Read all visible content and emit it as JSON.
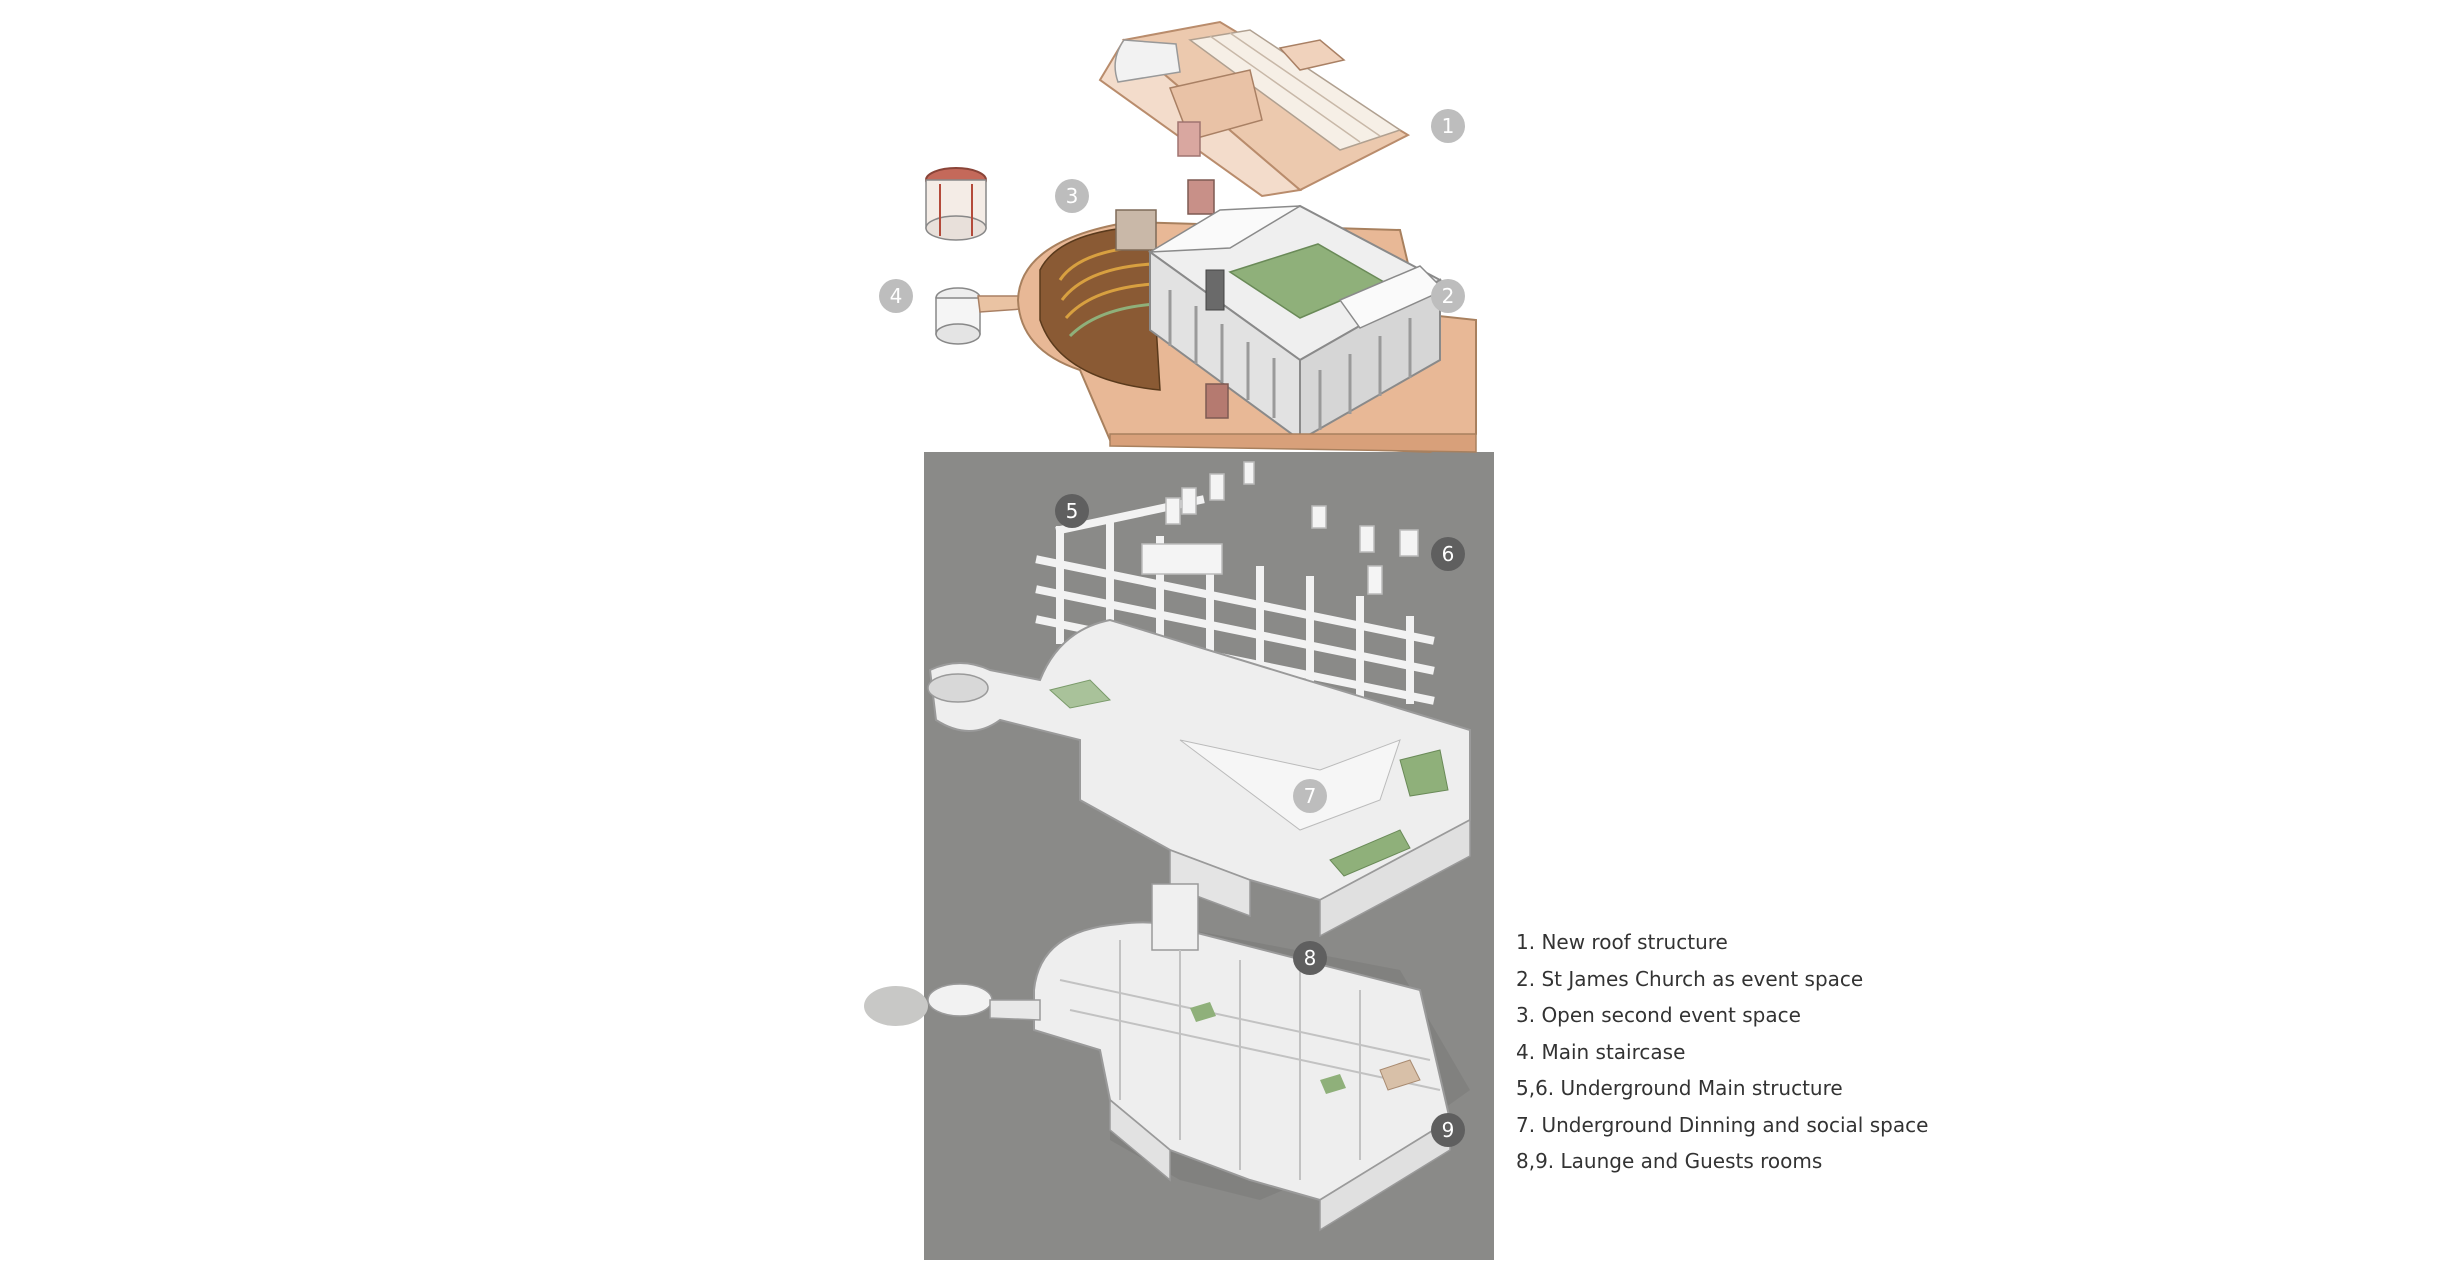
{
  "badges": {
    "b1": "1",
    "b2": "2",
    "b3": "3",
    "b4": "4",
    "b5": "5",
    "b6": "6",
    "b7": "7",
    "b8": "8",
    "b9": "9"
  },
  "legend": [
    "1. New roof structure",
    "2. St James Church as event space",
    "3. Open second event space",
    "4. Main staircase",
    "5,6. Underground Main structure",
    "7. Underground Dinning and social space",
    "8,9. Launge and Guests rooms"
  ],
  "colors": {
    "panel": "#8a8a88",
    "terracotta": "#e8b896",
    "badge_light": "#bdbdbd",
    "badge_dark": "#5f5f5f",
    "wall": "#eeeeee",
    "grass": "#8fb07a"
  }
}
